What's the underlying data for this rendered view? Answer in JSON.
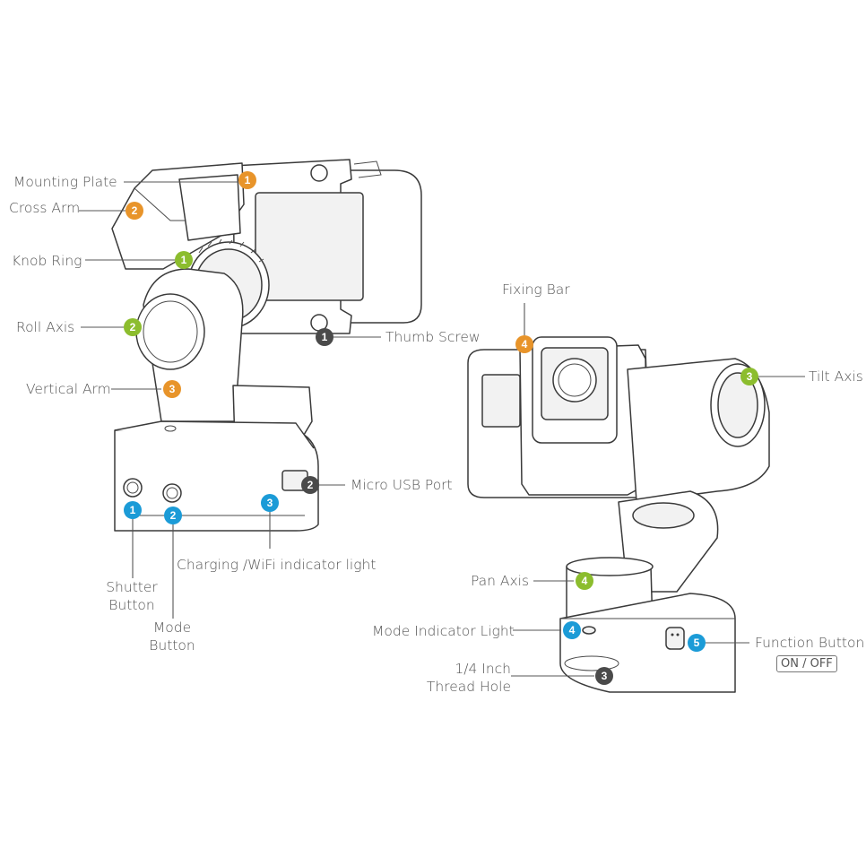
{
  "colors": {
    "orange": "#e8942a",
    "green": "#8cbd2e",
    "blue": "#1b9bd7",
    "dark": "#4a4a4a"
  },
  "left_device": {
    "callouts": {
      "mounting_plate": {
        "label": "Mounting Plate",
        "num": "1",
        "color": "orange"
      },
      "cross_arm": {
        "label": "Cross Arm",
        "num": "2",
        "color": "orange"
      },
      "knob_ring": {
        "label": "Knob Ring",
        "num": "1",
        "color": "green"
      },
      "roll_axis": {
        "label": "Roll Axis",
        "num": "2",
        "color": "green"
      },
      "vertical_arm": {
        "label": "Vertical Arm",
        "num": "3",
        "color": "orange"
      },
      "thumb_screw": {
        "label": "Thumb Screw",
        "num": "1",
        "color": "dark"
      },
      "micro_usb_port": {
        "label": "Micro USB Port",
        "num": "2",
        "color": "dark"
      },
      "shutter_button": {
        "label_line1": "Shutter",
        "label_line2": "Button",
        "num": "1",
        "color": "blue"
      },
      "mode_button": {
        "label_line1": "Mode",
        "label_line2": "Button",
        "num": "2",
        "color": "blue"
      },
      "charging_light": {
        "label": "Charging /WiFi indicator light",
        "num": "3",
        "color": "blue"
      }
    }
  },
  "right_device": {
    "callouts": {
      "fixing_bar": {
        "label": "Fixing Bar",
        "num": "4",
        "color": "orange"
      },
      "tilt_axis": {
        "label": "Tilt Axis",
        "num": "3",
        "color": "green"
      },
      "pan_axis": {
        "label": "Pan Axis",
        "num": "4",
        "color": "green"
      },
      "mode_indicator": {
        "label": "Mode Indicator Light",
        "num": "4",
        "color": "blue"
      },
      "function_button": {
        "label": "Function Button",
        "sublabel": "ON / OFF",
        "num": "5",
        "color": "blue"
      },
      "thread_hole": {
        "label_line1": "1/4 Inch",
        "label_line2": "Thread Hole",
        "num": "3",
        "color": "dark"
      }
    }
  }
}
